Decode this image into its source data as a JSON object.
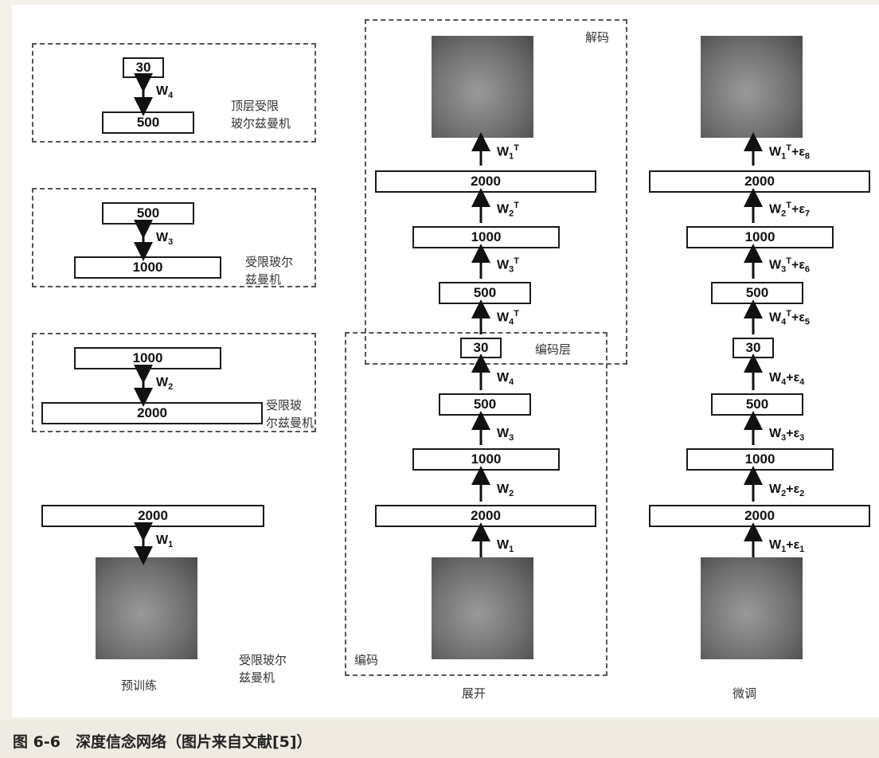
{
  "caption": "图 6-6　深度信念网络（图片来自文献[5]）",
  "pretrain": {
    "rbm_top_label_1": "顶层受限",
    "rbm_top_label_2": "玻尔兹曼机",
    "rbm3_label_1": "受限玻尔",
    "rbm3_label_2": "兹曼机",
    "rbm2_label_1": "受限玻",
    "rbm2_label_2": "尔兹曼机",
    "rbm1_label_1": "受限玻尔",
    "rbm1_label_2": "兹曼机",
    "title": "预训练",
    "box_30": "30",
    "box_500_top": "500",
    "w4": "W",
    "box_500": "500",
    "box_1000_a": "1000",
    "w3": "W",
    "box_1000_b": "1000",
    "box_2000_a": "2000",
    "w2": "W",
    "box_2000_b": "2000",
    "w1": "W"
  },
  "unroll": {
    "decode_label": "解码",
    "code_layer_label": "编码层",
    "encode_label": "编码",
    "title": "展开",
    "boxes": [
      "2000",
      "1000",
      "500",
      "30",
      "500",
      "1000",
      "2000"
    ],
    "weights": [
      "W",
      "W",
      "W",
      "W",
      "W",
      "W",
      "W",
      "W"
    ]
  },
  "finetune": {
    "title": "微调",
    "boxes": [
      "2000",
      "1000",
      "500",
      "30",
      "500",
      "1000",
      "2000"
    ],
    "eps": "ε"
  },
  "subscripts": [
    "1",
    "2",
    "3",
    "4"
  ],
  "transpose": "T",
  "eps_subscripts": [
    "1",
    "2",
    "3",
    "4",
    "5",
    "6",
    "7",
    "8"
  ]
}
